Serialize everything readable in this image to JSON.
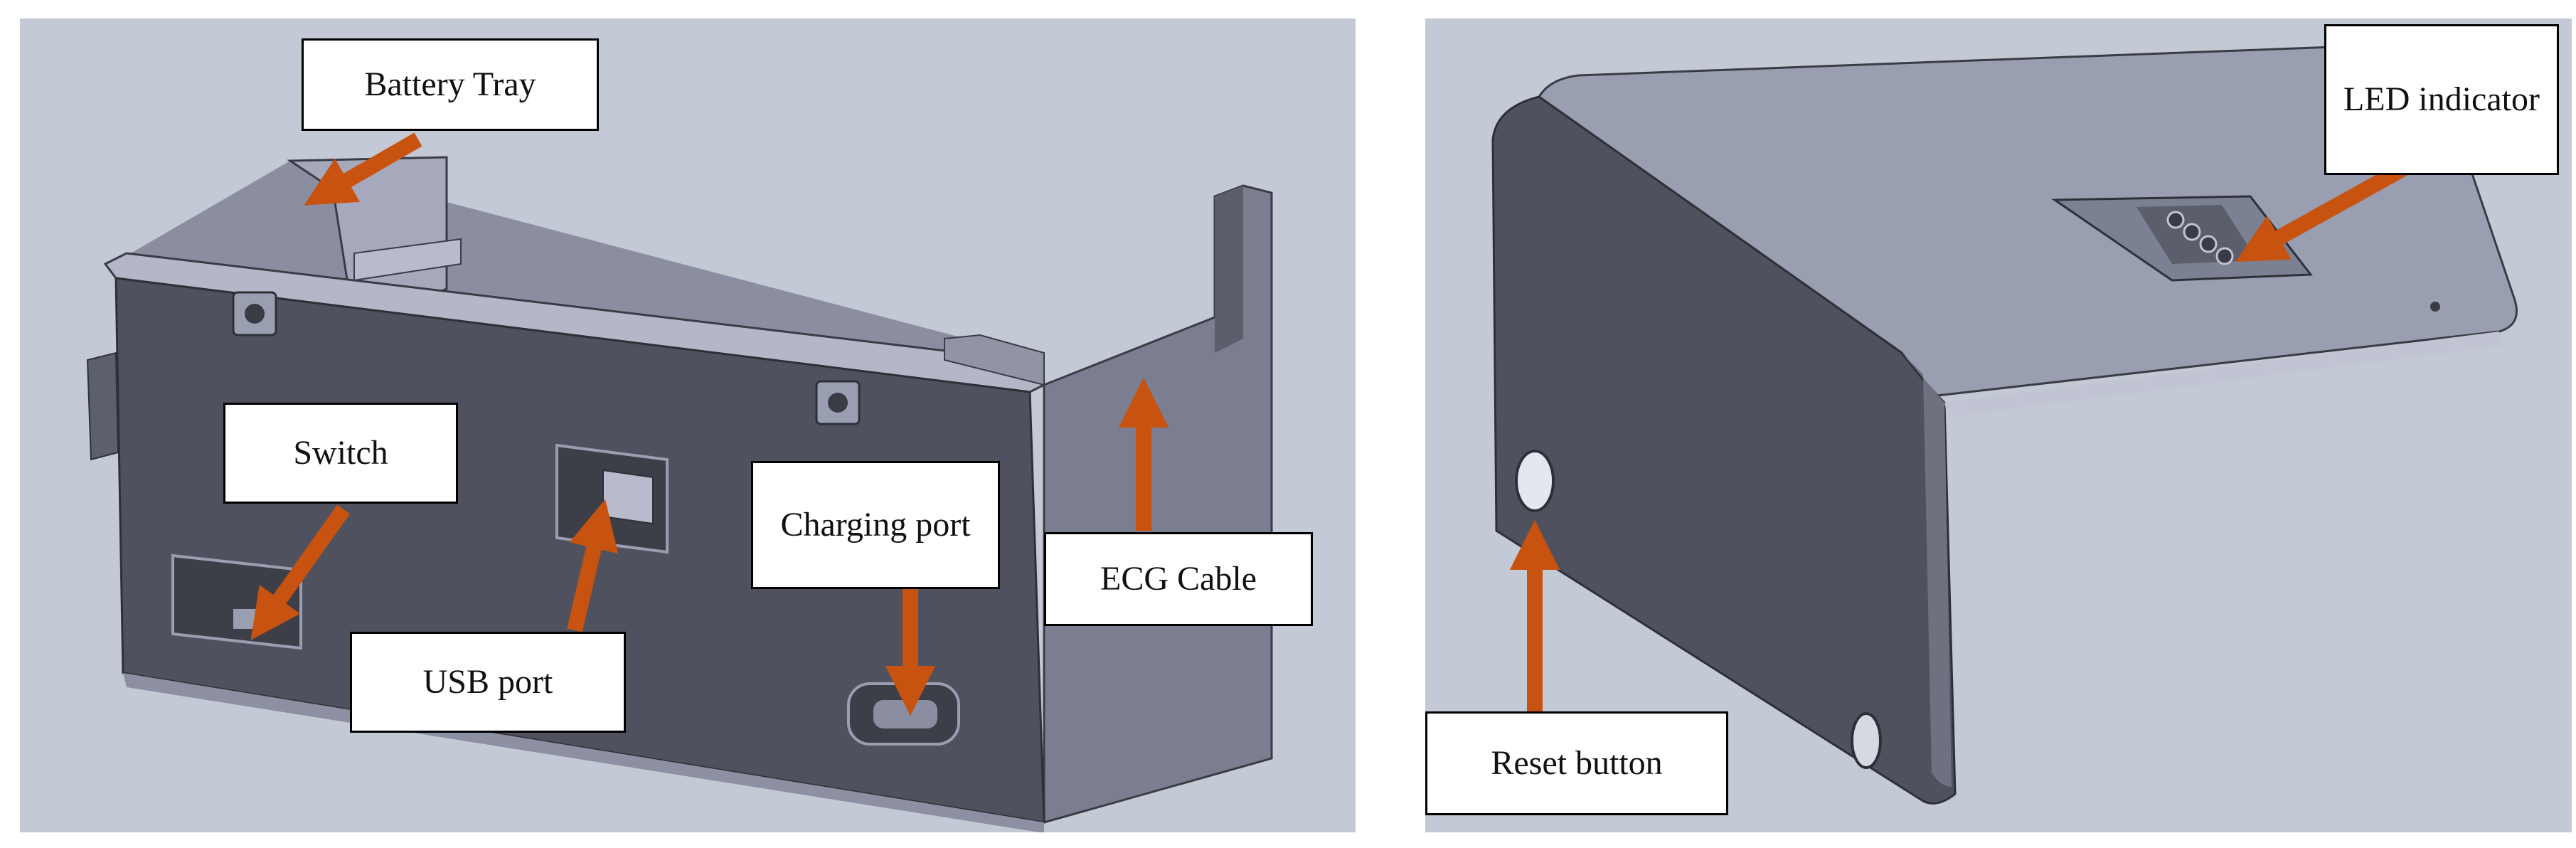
{
  "colors": {
    "background": "#c4c9d6",
    "body_dark": "#4f525e",
    "body_mid": "#6d7180",
    "body_light": "#9a9eb1",
    "arrow": "#c8520f"
  },
  "views": [
    {
      "name": "enclosure-base",
      "labels": {
        "battery_tray": "Battery Tray",
        "switch": "Switch",
        "usb_port": "USB port",
        "charging_port": "Charging port",
        "ecg_cable": "ECG Cable"
      }
    },
    {
      "name": "enclosure-cover",
      "labels": {
        "led_indicator": "LED indicator",
        "reset_button": "Reset button"
      }
    }
  ]
}
